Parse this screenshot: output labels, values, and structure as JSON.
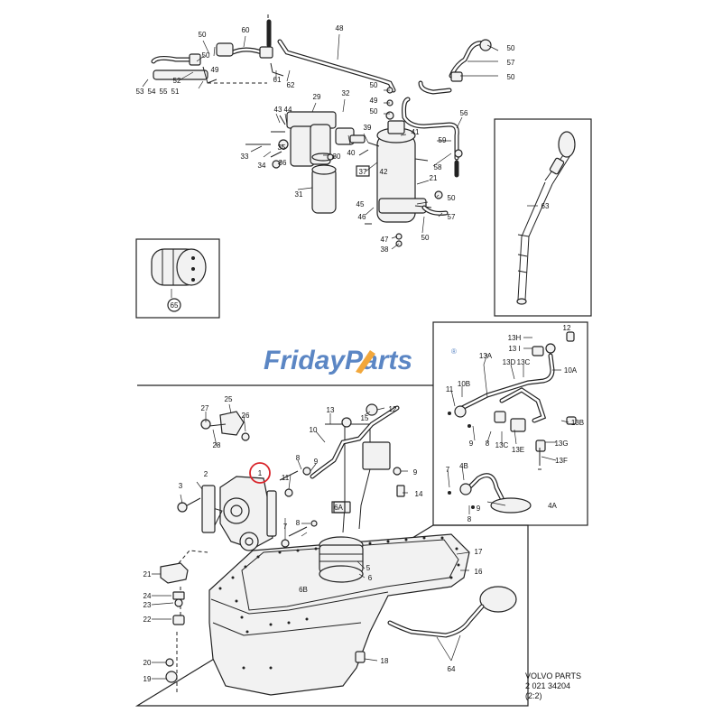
{
  "watermark": {
    "friday": "Friday",
    "parts": "Parts",
    "reg": "®",
    "blue": "#5b86c4",
    "orange": "#f2a73b"
  },
  "footer": {
    "line1": "VOLVO PARTS",
    "line2": "2 021 34204",
    "line3": "(2:2)"
  },
  "highlight_color": "#d9262c",
  "highlight_label": "1",
  "callouts_top": [
    {
      "id": "t48",
      "text": "48"
    },
    {
      "id": "t50a",
      "text": "50"
    },
    {
      "id": "t60",
      "text": "60"
    },
    {
      "id": "t50b",
      "text": "50"
    },
    {
      "id": "t49a",
      "text": "49"
    },
    {
      "id": "t52",
      "text": "52"
    },
    {
      "id": "t51",
      "text": "51"
    },
    {
      "id": "t53",
      "text": "53"
    },
    {
      "id": "t54",
      "text": "54"
    },
    {
      "id": "t55",
      "text": "55"
    },
    {
      "id": "t61",
      "text": "61"
    },
    {
      "id": "t62",
      "text": "62"
    },
    {
      "id": "t50c",
      "text": "50"
    },
    {
      "id": "t57a",
      "text": "57"
    },
    {
      "id": "t50d",
      "text": "50"
    },
    {
      "id": "t50e",
      "text": "50"
    },
    {
      "id": "t49b",
      "text": "49"
    },
    {
      "id": "t50f",
      "text": "50"
    },
    {
      "id": "t56",
      "text": "56"
    },
    {
      "id": "t29",
      "text": "29"
    },
    {
      "id": "t32",
      "text": "32"
    },
    {
      "id": "t43",
      "text": "43"
    },
    {
      "id": "t44",
      "text": "44"
    },
    {
      "id": "t39",
      "text": "39"
    },
    {
      "id": "t41",
      "text": "41"
    },
    {
      "id": "t59",
      "text": "59"
    },
    {
      "id": "t58",
      "text": "58"
    },
    {
      "id": "t33",
      "text": "33"
    },
    {
      "id": "t34",
      "text": "34"
    },
    {
      "id": "t35",
      "text": "35"
    },
    {
      "id": "t36",
      "text": "36"
    },
    {
      "id": "t30",
      "text": "30"
    },
    {
      "id": "t40",
      "text": "40"
    },
    {
      "id": "t37",
      "text": "37"
    },
    {
      "id": "t42",
      "text": "42"
    },
    {
      "id": "t31",
      "text": "31"
    },
    {
      "id": "t21a",
      "text": "21"
    },
    {
      "id": "t50g",
      "text": "50"
    },
    {
      "id": "t45",
      "text": "45"
    },
    {
      "id": "t57b",
      "text": "57"
    },
    {
      "id": "t46",
      "text": "46"
    },
    {
      "id": "t47",
      "text": "47"
    },
    {
      "id": "t38",
      "text": "38"
    },
    {
      "id": "t50h",
      "text": "50"
    },
    {
      "id": "t63",
      "text": "63"
    },
    {
      "id": "t65",
      "text": "65"
    }
  ],
  "callouts_right": [
    {
      "id": "r13H",
      "text": "13H"
    },
    {
      "id": "r13I",
      "text": "13 I"
    },
    {
      "id": "r12",
      "text": "12"
    },
    {
      "id": "r13A",
      "text": "13A"
    },
    {
      "id": "r13D",
      "text": "13D"
    },
    {
      "id": "r13C",
      "text": "13C"
    },
    {
      "id": "r10A",
      "text": "10A"
    },
    {
      "id": "r11",
      "text": "11"
    },
    {
      "id": "r10B",
      "text": "10B"
    },
    {
      "id": "r13B",
      "text": "13B"
    },
    {
      "id": "r9a",
      "text": "9"
    },
    {
      "id": "r8a",
      "text": "8"
    },
    {
      "id": "r13Cb",
      "text": "13C"
    },
    {
      "id": "r13E",
      "text": "13E"
    },
    {
      "id": "r13G",
      "text": "13G"
    },
    {
      "id": "r13F",
      "text": "13F"
    },
    {
      "id": "r7",
      "text": "7"
    },
    {
      "id": "r4B",
      "text": "4B"
    },
    {
      "id": "r9b",
      "text": "9"
    },
    {
      "id": "r8b",
      "text": "8"
    },
    {
      "id": "r4A",
      "text": "4A"
    }
  ],
  "callouts_bottom": [
    {
      "id": "b27",
      "text": "27"
    },
    {
      "id": "b25",
      "text": "25"
    },
    {
      "id": "b26",
      "text": "26"
    },
    {
      "id": "b28",
      "text": "28"
    },
    {
      "id": "b13",
      "text": "13"
    },
    {
      "id": "b15",
      "text": "15"
    },
    {
      "id": "b12",
      "text": "12"
    },
    {
      "id": "b10",
      "text": "10"
    },
    {
      "id": "b8a",
      "text": "8"
    },
    {
      "id": "b9a",
      "text": "9"
    },
    {
      "id": "b3",
      "text": "3"
    },
    {
      "id": "b2",
      "text": "2"
    },
    {
      "id": "b11",
      "text": "11"
    },
    {
      "id": "b7",
      "text": "7"
    },
    {
      "id": "b14",
      "text": "14"
    },
    {
      "id": "b6A",
      "text": "6A"
    },
    {
      "id": "b9b",
      "text": "9"
    },
    {
      "id": "b8b",
      "text": "8"
    },
    {
      "id": "b17",
      "text": "17"
    },
    {
      "id": "b5",
      "text": "5"
    },
    {
      "id": "b6",
      "text": "6"
    },
    {
      "id": "b16",
      "text": "16"
    },
    {
      "id": "b21",
      "text": "21"
    },
    {
      "id": "b24",
      "text": "24"
    },
    {
      "id": "b23",
      "text": "23"
    },
    {
      "id": "b22",
      "text": "22"
    },
    {
      "id": "b6B",
      "text": "6B"
    },
    {
      "id": "b20",
      "text": "20"
    },
    {
      "id": "b19",
      "text": "19"
    },
    {
      "id": "b18",
      "text": "18"
    },
    {
      "id": "b64",
      "text": "64"
    }
  ]
}
